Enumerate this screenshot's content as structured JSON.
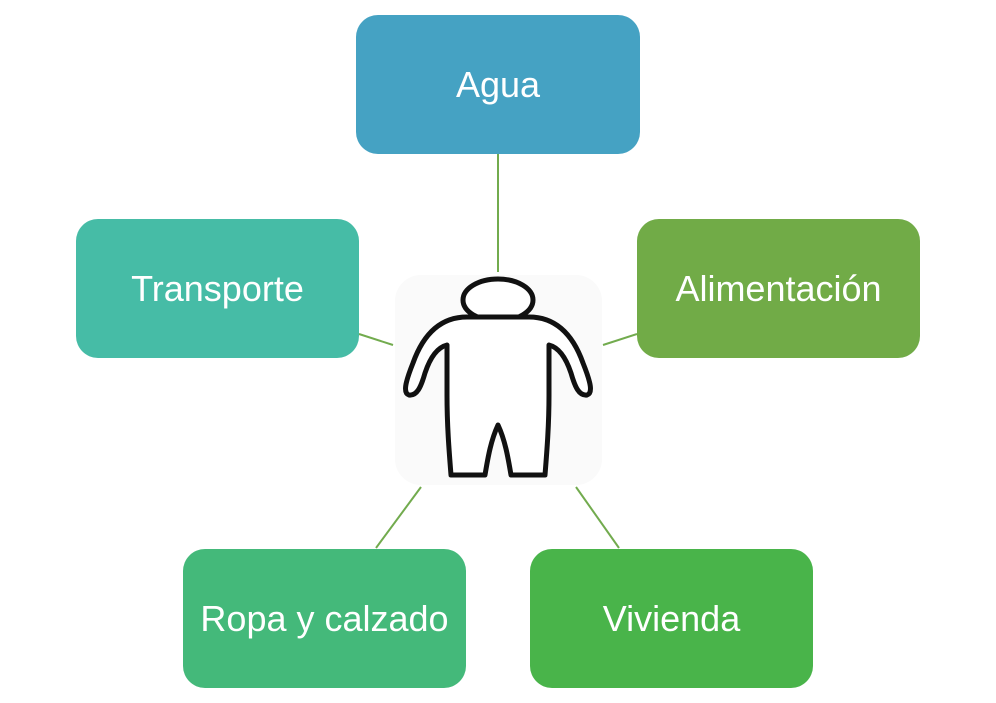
{
  "colors": {
    "connector": "#72ab4e",
    "person_outline": "#111111"
  },
  "center": {
    "icon": "person-icon"
  },
  "nodes": {
    "agua": {
      "label": "Agua",
      "color": "#45a2c3"
    },
    "alimentacion": {
      "label": "Alimentación",
      "color": "#71ab47"
    },
    "transporte": {
      "label": "Transporte",
      "color": "#46bca6"
    },
    "ropa": {
      "label": "Ropa y calzado",
      "color": "#44b97a"
    },
    "vivienda": {
      "label": "Vivienda",
      "color": "#49b44a"
    }
  }
}
